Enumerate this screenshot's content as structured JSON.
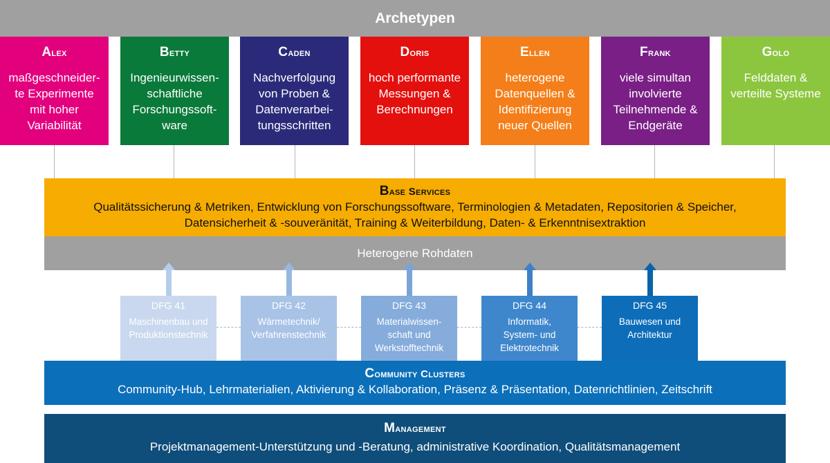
{
  "header": {
    "title": "Archetypen"
  },
  "archetypes": [
    {
      "name": "Alex",
      "desc": "maßgeschneider-\nte Experimente\nmit hoher\nVariabilität",
      "color": "#e3007d"
    },
    {
      "name": "Betty",
      "desc": "Ingenieurwissen-\nschaftliche\nForschungssoft-\nware",
      "color": "#0a7a3a"
    },
    {
      "name": "Caden",
      "desc": "Nachverfolgung\nvon Proben &\nDatenverarbei-\ntungsschritten",
      "color": "#2b2a7a"
    },
    {
      "name": "Doris",
      "desc": "hoch performante\nMessungen &\nBerechnungen",
      "color": "#e3100e"
    },
    {
      "name": "Ellen",
      "desc": "heterogene\nDatenquellen &\nIdentifizierung\nneuer Quellen",
      "color": "#f47e19"
    },
    {
      "name": "Frank",
      "desc": "viele simultan\ninvolvierte\nTeilnehmende &\nEndgeräte",
      "color": "#7a1f86"
    },
    {
      "name": "Golo",
      "desc": "Felddaten &\nverteilte Systeme",
      "color": "#8cc63f"
    }
  ],
  "base_services": {
    "title": "Base Services",
    "text": "Qualitätssicherung & Metriken, Entwicklung von Forschungssoftware, Terminologien & Metadaten, Repositorien & Speicher,\nDatensicherheit & -souveränität, Training & Weiterbildung, Daten- & Erkenntnisextraktion"
  },
  "raw_data": {
    "label": "Heterogene Rohdaten"
  },
  "dfg": [
    {
      "code": "DFG 41",
      "field": "Maschinenbau und\nProduktionstechnik",
      "color": "#c9d8ee",
      "arrow": "#b5cde9"
    },
    {
      "code": "DFG 42",
      "field": "Wärmetechnik/\nVerfahrenstechnik",
      "color": "#a8c3e6",
      "arrow": "#96b8e0"
    },
    {
      "code": "DFG 43",
      "field": "Materialwissen-\nschaft und\nWerkstofftechnik",
      "color": "#86acdc",
      "arrow": "#7aa4d8"
    },
    {
      "code": "DFG 44",
      "field": "Informatik,\nSystem- und\nElektrotechnik",
      "color": "#3f87cc",
      "arrow": "#3e80c6"
    },
    {
      "code": "DFG 45",
      "field": "Bauwesen und\nArchitektur",
      "color": "#0d6db9",
      "arrow": "#0a63a8"
    }
  ],
  "community": {
    "title": "Community Clusters",
    "text": "Community-Hub, Lehrmaterialien, Aktivierung & Kollaboration, Präsenz & Präsentation, Datenrichtlinien, Zeitschrift"
  },
  "management": {
    "title": "Management",
    "text": "Projektmanagement-Unterstützung und -Beratung, administrative Koordination, Qualitätsmanagement"
  }
}
